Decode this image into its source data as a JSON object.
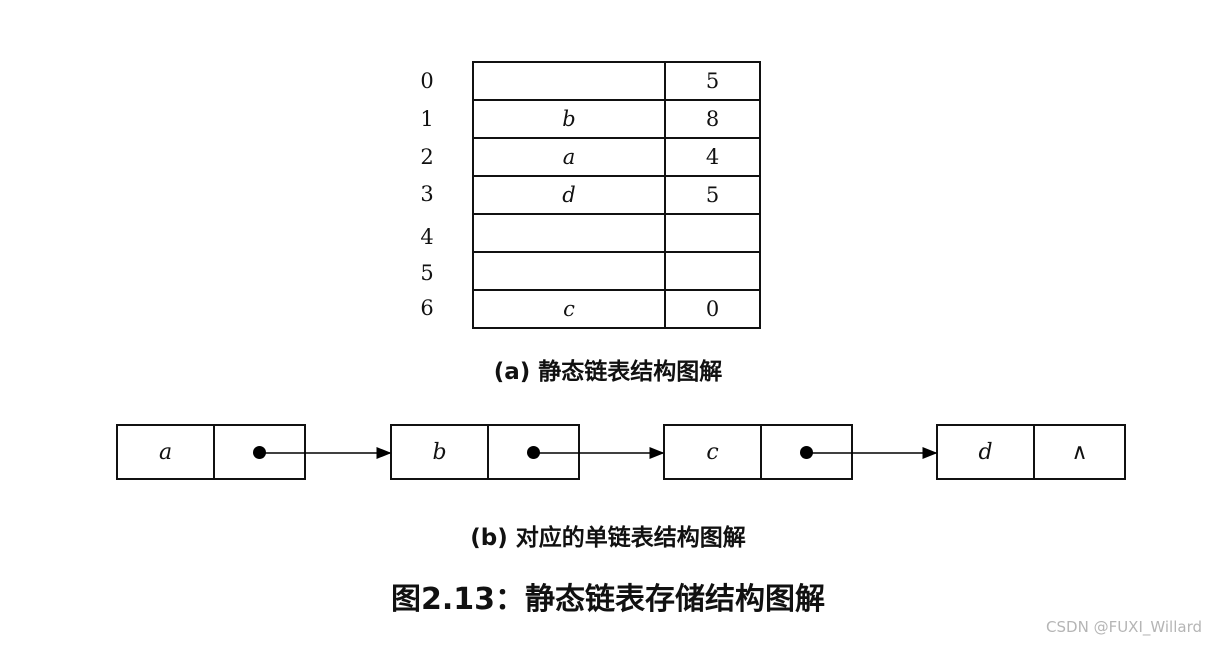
{
  "static_table": {
    "rows": [
      {
        "index": "0",
        "data": "",
        "next": "5"
      },
      {
        "index": "1",
        "data": "b",
        "next": "8"
      },
      {
        "index": "2",
        "data": "a",
        "next": "4"
      },
      {
        "index": "3",
        "data": "d",
        "next": "5"
      },
      {
        "index": "4",
        "data": "",
        "next": ""
      },
      {
        "index": "5",
        "data": "",
        "next": ""
      },
      {
        "index": "6",
        "data": "c",
        "next": "0"
      }
    ]
  },
  "caption_a": "(a) 静态链表结构图解",
  "linked_list": {
    "nodes": [
      {
        "data": "a",
        "pointer": "dot"
      },
      {
        "data": "b",
        "pointer": "dot"
      },
      {
        "data": "c",
        "pointer": "dot"
      },
      {
        "data": "d",
        "pointer": "∧"
      }
    ]
  },
  "caption_b": "(b) 对应的单链表结构图解",
  "figure_title": "图2.13：静态链表存储结构图解",
  "watermark": "CSDN @FUXI_Willard"
}
